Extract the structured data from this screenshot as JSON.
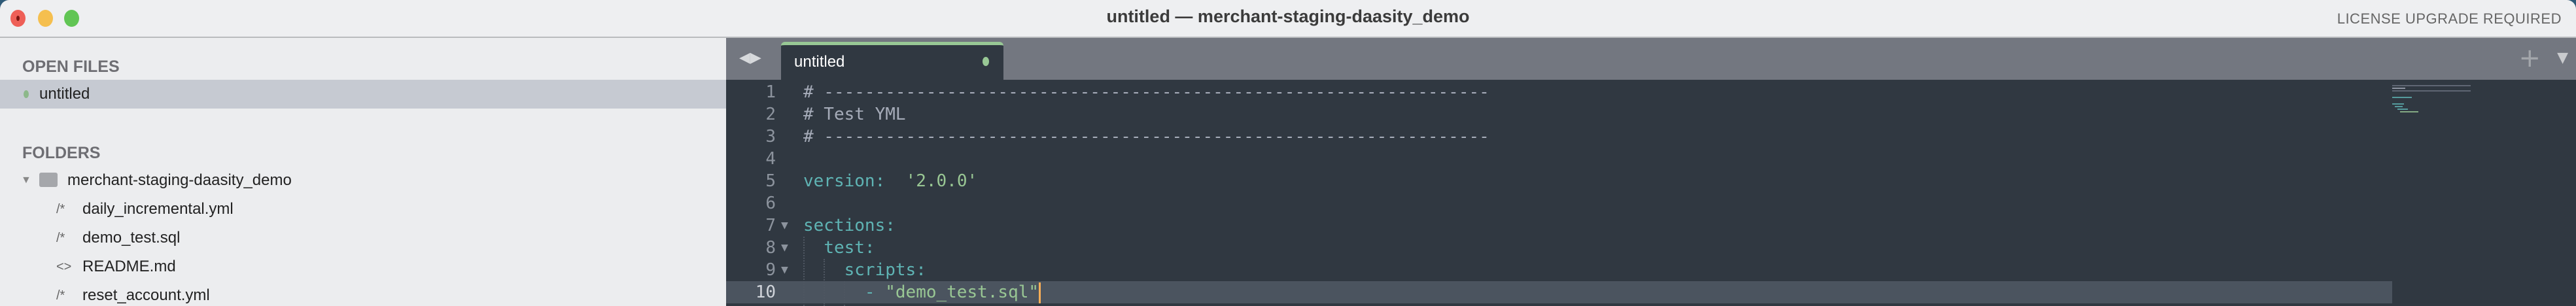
{
  "window": {
    "title": "untitled — merchant-staging-daasity_demo",
    "license_notice": "LICENSE UPGRADE REQUIRED"
  },
  "sidebar": {
    "open_files_header": "OPEN FILES",
    "open_files": [
      {
        "name": "untitled",
        "modified": true
      }
    ],
    "folders_header": "FOLDERS",
    "folder": {
      "name": "merchant-staging-daasity_demo",
      "expanded": true
    },
    "files": [
      {
        "name": "daily_incremental.yml",
        "icon": "/*"
      },
      {
        "name": "demo_test.sql",
        "icon": "/*"
      },
      {
        "name": "README.md",
        "icon": "<>"
      },
      {
        "name": "reset_account.yml",
        "icon": "/*"
      }
    ]
  },
  "tabs": [
    {
      "label": "untitled",
      "modified": true,
      "active": true
    }
  ],
  "editor": {
    "current_line": 10,
    "lines": [
      {
        "n": "1",
        "text": "# -----------------------------------------------------------------"
      },
      {
        "n": "2",
        "text": "# Test YML"
      },
      {
        "n": "3",
        "text": "# -----------------------------------------------------------------"
      },
      {
        "n": "4",
        "text": ""
      },
      {
        "n": "5",
        "key": "version:",
        "value": "'2.0.0'"
      },
      {
        "n": "6",
        "text": ""
      },
      {
        "n": "7",
        "key": "sections:"
      },
      {
        "n": "8",
        "key": "test:"
      },
      {
        "n": "9",
        "key": "scripts:"
      },
      {
        "n": "10",
        "dash": "- ",
        "value": "\"demo_test.sql\""
      }
    ]
  },
  "colors": {
    "accent": "#98c895",
    "caret": "#f9ae58",
    "background": "#303841"
  }
}
